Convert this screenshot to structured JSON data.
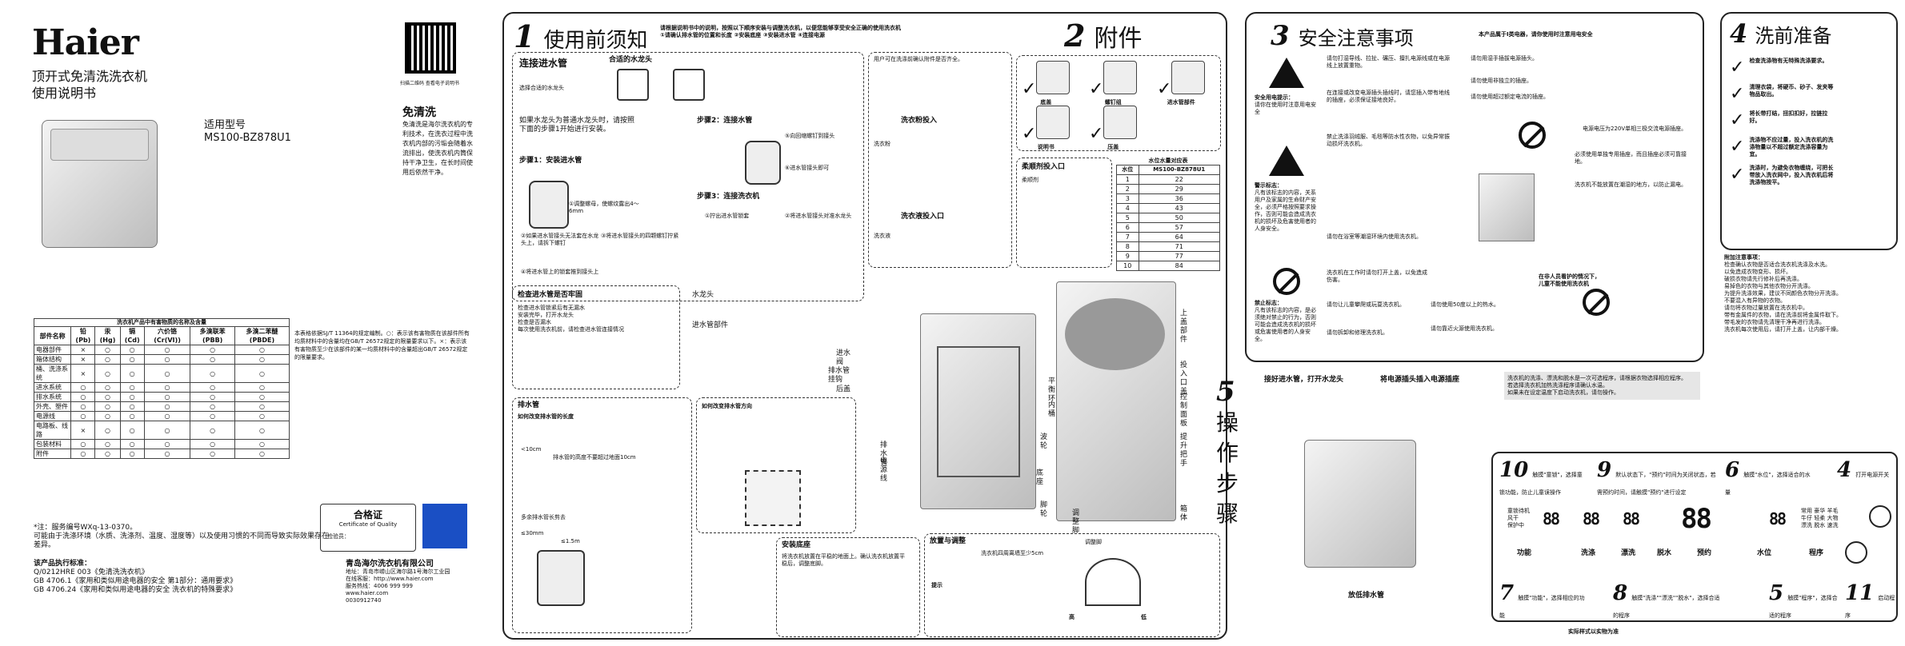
{
  "cover": {
    "brand": "Haier",
    "product_title_1": "顶开式免清洗洗衣机",
    "product_title_2": "使用说明书",
    "model_label": "适用型号",
    "model": "MS100-BZ878U1",
    "feature_title": "免清洗",
    "feature_text": "免清洗是海尔洗衣机的专利技术，在洗衣过程中洗衣机内部的污垢会随着水流排出，使洗衣机内筒保持干净卫生，在长时间使用后依然干净。",
    "qr_caption": "扫描二维码 查看电子说明书",
    "hazard_table_title": "洗衣机产品中有害物质的名称及含量",
    "hazard_headers": [
      "部件名称",
      "铅(Pb)",
      "汞(Hg)",
      "镉(Cd)",
      "六价铬(Cr(VI))",
      "多溴联苯(PBB)",
      "多溴二苯醚(PBDE)"
    ],
    "hazard_rows": [
      [
        "电器部件",
        "×",
        "○",
        "○",
        "○",
        "○",
        "○"
      ],
      [
        "箱体结构",
        "×",
        "○",
        "○",
        "○",
        "○",
        "○"
      ],
      [
        "桶、洗涤系统",
        "×",
        "○",
        "○",
        "○",
        "○",
        "○"
      ],
      [
        "进水系统",
        "○",
        "○",
        "○",
        "○",
        "○",
        "○"
      ],
      [
        "排水系统",
        "○",
        "○",
        "○",
        "○",
        "○",
        "○"
      ],
      [
        "外壳、塑件",
        "○",
        "○",
        "○",
        "○",
        "○",
        "○"
      ],
      [
        "电源线",
        "○",
        "○",
        "○",
        "○",
        "○",
        "○"
      ],
      [
        "电路板、线路",
        "×",
        "○",
        "○",
        "○",
        "○",
        "○"
      ],
      [
        "包装材料",
        "○",
        "○",
        "○",
        "○",
        "○",
        "○"
      ],
      [
        "附件",
        "○",
        "○",
        "○",
        "○",
        "○",
        "○"
      ]
    ],
    "hazard_note": "本表格依据SJ/T 11364的规定编制。○：表示该有害物质在该部件所有均质材料中的含量均在GB/T 26572规定的限量要求以下。×：表示该有害物质至少在该部件的某一均质材料中的含量超出GB/T 26572规定的限量要求。",
    "note_1": "*注：服务编号WXq-13-0370。",
    "note_2": "可能由于洗涤环境（水质、洗涤剂、温度、湿度等）以及使用习惯的不同而导致实际效果存在差异。",
    "standards_title": "该产品执行标准：",
    "standards": [
      "Q/0212HRE 003《免清洗洗衣机》",
      "GB 4706.1《家用和类似用途电器的安全 第1部分：通用要求》",
      "GB 4706.24《家用和类似用途电器的安全 洗衣机的特殊要求》"
    ],
    "cert_title": "合格证",
    "cert_sub": "Certificate of Quality",
    "cert_inspector": "检验员：",
    "company": "青岛海尔洗衣机有限公司",
    "address": "地址：青岛市崂山区海尔路1号海尔工业园",
    "website_label": "在线客服：http://www.haier.com",
    "hotline": "服务热线：4006 999 999",
    "website": "www.haier.com",
    "version_code": "0030912740"
  },
  "section1": {
    "title": "使用前须知",
    "intro": "请根据说明书中的说明，按照以下顺序安装与调整洗衣机，以便您能够享受安全正确的使用洗衣机",
    "steps_summary": "①请确认排水管的位置和长度 ②安装底座 ③安装进水管 ④连接电源",
    "connect_title": "连接进水管",
    "connect_sub": "选择合适的水龙头",
    "faucet_title": "合适的水龙头",
    "steps": [
      "如果水龙头为普通水龙头时，请按照下面的步骤1开始进行安装。",
      "步骤1：安装进水管",
      "步骤2：连接水管",
      "步骤3：连接洗衣机"
    ],
    "stepA": "①调整螺母，使螺纹露出4～6mm",
    "stepB": "②如果进水管接头无法套在水龙头上，请拆下螺钉",
    "stepC": "③将进水管接头的四颗螺钉拧紧",
    "stepD": "④将进水管上的锁套推到接头上",
    "stepE": "⑤向回缩螺钉到接头",
    "stepF": "⑥进水管接头即可",
    "stepG": "①拧出进水管锁套",
    "stepH": "②将进水管接头对准水龙头",
    "confirm_title": "检查进水管是否牢固",
    "confirm_list": [
      "检查进水管锁紧后有无漏水",
      "安装完毕，打开水龙头",
      "检查是否漏水",
      "每次使用洗衣机前，请检查进水管连接情况"
    ],
    "drain_title": "排水管",
    "drain_length": "如何改变排水管的长度",
    "drain_direction": "如何改变排水管方向",
    "drain_height_1": "<10cm",
    "drain_height_2": "多余排水管长剪去",
    "drain_height_3": "≤30mm",
    "drain_height_4": "≤1.5m",
    "drain_note": "排水管的高度不要超过地面10cm",
    "faucet_label": "水龙头",
    "inlet_label": "进水管部件",
    "level_title": "安装底座",
    "level_note": "将洗衣机放置在平稳的地面上。确认洗衣机放置平稳后，调整底脚。",
    "put_title": "放置与调整",
    "put_gap": "洗衣机四周离墙至少5cm",
    "put_label": "调整脚",
    "put_high": "高",
    "put_low": "低",
    "tip_label": "提示"
  },
  "section2": {
    "title": "附件",
    "accessories": [
      "底盖",
      "螺钉组",
      "进水管部件",
      "说明书",
      "压盖"
    ],
    "notes": "用户可在洗涤前确认附件是否齐全。",
    "detergent_title": "洗衣粉投入",
    "detergent_label": "洗衣粉",
    "softener_title": "柔顺剂投入口",
    "liquid_title": "洗衣液投入口",
    "liquid_label": "洗衣液",
    "softener_label": "柔顺剂",
    "water_table_title": "水位水量对应表",
    "water_table_headers": [
      "水位",
      "MS100-BZ878U1"
    ],
    "water_table_rows": [
      [
        "1",
        "22"
      ],
      [
        "2",
        "29"
      ],
      [
        "3",
        "36"
      ],
      [
        "4",
        "43"
      ],
      [
        "5",
        "50"
      ],
      [
        "6",
        "57"
      ],
      [
        "7",
        "64"
      ],
      [
        "8",
        "71"
      ],
      [
        "9",
        "77"
      ],
      [
        "10",
        "84"
      ]
    ],
    "parts": [
      "上盖部件",
      "投入口盖",
      "控制面板",
      "平衡环",
      "内桶",
      "波轮",
      "底座",
      "脚轮",
      "调整脚",
      "箱体",
      "电源线",
      "排水管",
      "排水管挂钩",
      "进水阀",
      "后盖",
      "提升把手"
    ]
  },
  "section3": {
    "title": "安全注意事项",
    "header_note": "本产品属于Ⅰ类电器，请你使用时注意用电安全",
    "warn_1_title": "安全用电提示：",
    "warn_1_text": "请你在使用时注意用电安全",
    "warn_2_title": "警示标志：",
    "warn_2_text": "凡有该标志的内容，关系用户及家属的生命财产安全，必须严格按照要求操作，否则可能会造成洗衣机的损坏及危害使用者的人身安全。",
    "warn_3_title": "禁止标志：",
    "warn_3_text": "凡有该标志的内容，是必须绝对禁止的行为，否则可能会造成洗衣机的损坏或危害使用者的人身安全。",
    "items": [
      "请勿打湿导线、拉扯、碾压、擅扎电源线或在电源线上放置重物。",
      "在连接或改变电源插头插线时，请您插入带有地线的插座，必须保证接地良好。",
      "禁止洗涤羽绒服、毛毯等防水性衣物，以免异常振动损坏洗衣机。",
      "请勿用湿手插拔电源插头。",
      "请勿使用非独立的插座。",
      "请勿使用超过额定电流的插座。",
      "必须使用单独专用插座，而且插座必须可靠接地。",
      "洗衣机不能放置在潮湿的地方，以防止漏电。",
      "请勿在浴室等潮湿环境内使用洗衣机。",
      "请勿使用50度以上的热水。",
      "请勿靠近火源使用洗衣机。",
      "洗衣机在工作时请勿打开上盖，以免造成伤害。",
      "请勿让儿童攀爬或玩耍洗衣机。",
      "请勿拆卸和修理洗衣机。"
    ],
    "caution": "在非人员看护的情况下，儿童不能使用洗衣机",
    "voltage": "电源电压为220V单相三极交流电源插座。"
  },
  "section4": {
    "title": "洗前准备",
    "items": [
      "检查洗涤物有无特殊洗涤要求。",
      "清理衣袋，将硬币、砂子、发夹等物品取出。",
      "将长带打结，扭扣扣好，拉链拉好。",
      "洗涤物不应过量，投入洗衣机的洗涤物量以不超过额定洗涤容量为宜。",
      "洗涤时，为避免衣物缠绕，可把长带放入洗衣网中，投入洗衣机后将洗涤物按平。"
    ],
    "extra_title": "附加注意事项：",
    "extra": [
      "检查确认衣物是否适合洗衣机洗涤及水洗。",
      "以免造成衣物变形、损坏。",
      "破损衣物请先行修补后再洗涤。",
      "易掉色的衣物与其他衣物分开洗涤。",
      "为提升洗涤效果，建议不同颜色衣物分开洗涤。",
      "不要混入有异物的衣物。",
      "请勿将衣物过量放置在洗衣机中。",
      "带有金属件的衣物，请在洗涤前将金属件取下。",
      "带毛发的衣物请先清理干净再进行洗涤。",
      "洗衣机每次使用后，请打开上盖，让内部干燥。"
    ]
  },
  "section5": {
    "title_chars": [
      "操",
      "作",
      "步",
      "骤"
    ],
    "step1": "接好进水管，打开水龙头",
    "step2": "将电源插头插入电源插座",
    "step3": "放低排水管",
    "note": "洗衣机的洗涤、漂洗和脱水是一次可选程序，请根据衣物选择相应程序。",
    "note2": "若选择洗衣机加热洗涤程序请确认水温。",
    "note3": "如果未在设定温度下启动洗衣机，请勿操作。",
    "actual_label": "实际样式以实物为准",
    "steps_panel": [
      {
        "num": "10",
        "text": "触摸\"童锁\"，选择童锁功能，防止儿童误操作"
      },
      {
        "num": "9",
        "text": "默认状态下，\"预约\"时间为关闭状态，若需预约时间，请触摸\"预约\"进行设定"
      },
      {
        "num": "6",
        "text": "触摸\"水位\"，选择适合的水量"
      },
      {
        "num": "4",
        "text": "打开电源开关"
      },
      {
        "num": "7",
        "text": "触摸\"功能\"，选择相应的功能"
      },
      {
        "num": "8",
        "text": "触摸\"洗涤\"\"漂洗\"\"脱水\"，选择合适的程序"
      },
      {
        "num": "5",
        "text": "触摸\"程序\"，选择合适的程序"
      },
      {
        "num": "11",
        "text": "启动程序"
      }
    ],
    "panel_labels": [
      "功能",
      "洗涤",
      "漂洗",
      "脱水",
      "预约",
      "水位",
      "程序"
    ],
    "left_labels": [
      "童锁待机",
      "风干",
      "保护中"
    ],
    "right_labels": [
      "常用",
      "豪华",
      "羊毛",
      "牛仔",
      "轻柔",
      "大物",
      "漂洗",
      "脱水",
      "速洗"
    ],
    "segment": "88"
  },
  "prefix_numbers": {
    "s1": "1",
    "s2": "2",
    "s3": "3",
    "s4": "4",
    "s5": "5"
  }
}
